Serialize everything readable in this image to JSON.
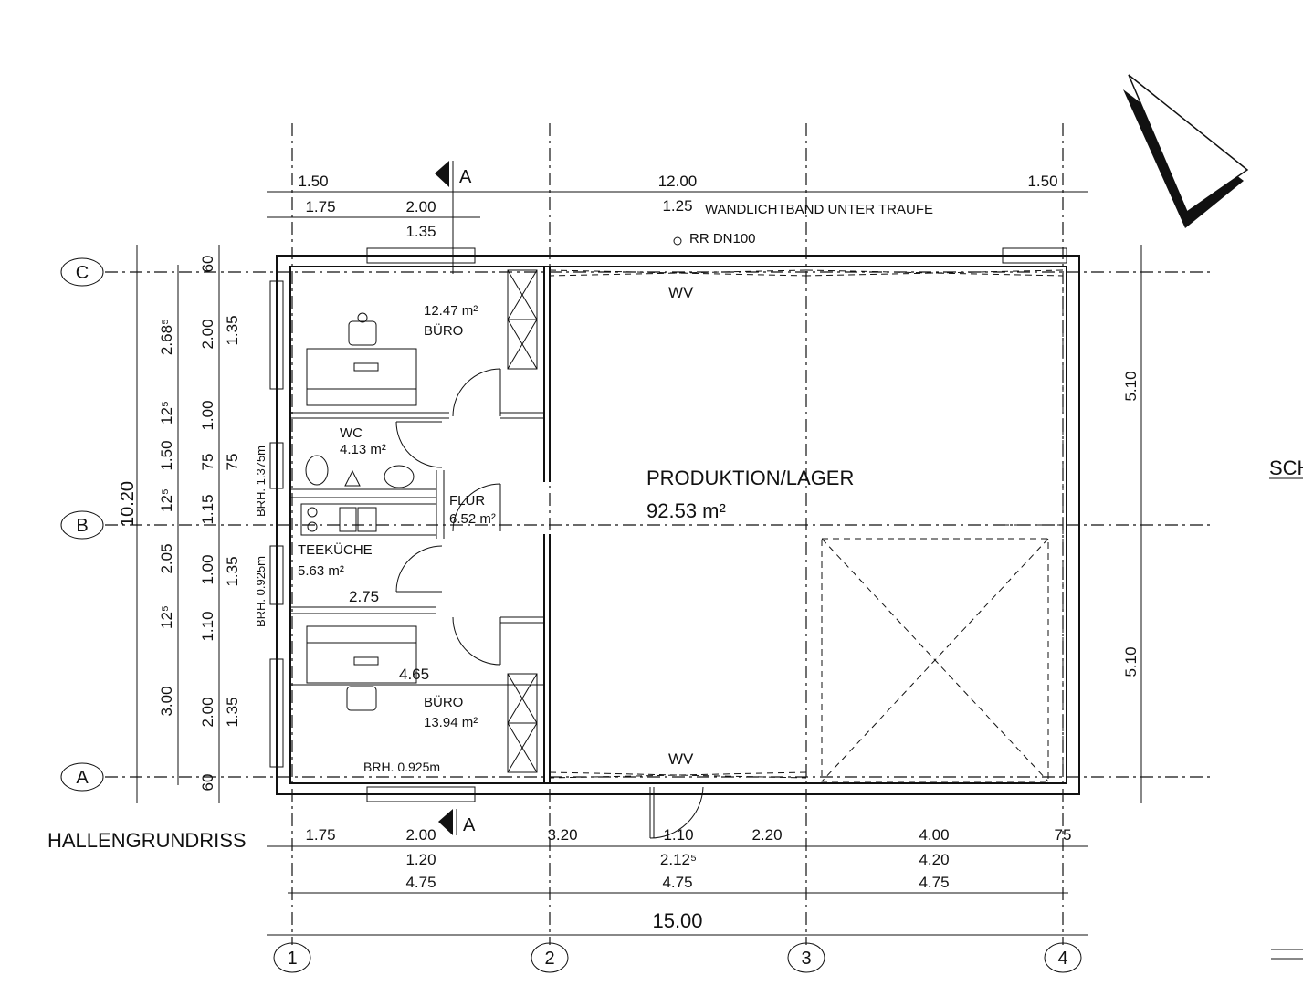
{
  "title": "HALLENGRUNDRISS",
  "edge_text": "SCH",
  "axes": {
    "columns": [
      "1",
      "2",
      "3",
      "4"
    ],
    "rows": [
      "C",
      "B",
      "A"
    ]
  },
  "section_marker": "A",
  "top_dims": {
    "row1": [
      "1.50",
      "12.00",
      "1.50"
    ],
    "row2": [
      "1.75",
      "2.00",
      "1.25"
    ],
    "row3": "1.35",
    "wandlichtband": "WANDLICHTBAND UNTER TRAUFE",
    "rr": "RR DN100"
  },
  "bottom_dims": {
    "row1": [
      "1.75",
      "2.00",
      "3.20",
      "1.10",
      "2.20",
      "4.00",
      "75"
    ],
    "row2": [
      "1.20",
      "2.12⁵",
      "4.20"
    ],
    "row3": [
      "4.75",
      "4.75",
      "4.75"
    ],
    "total": "15.00"
  },
  "left_dims": {
    "total": "10.20",
    "col2": [
      "2.68⁵",
      "12⁵",
      "1.50",
      "12⁵",
      "2.05",
      "12⁵",
      "3.00"
    ],
    "col3": [
      "60",
      "2.00",
      "1.00",
      "75",
      "1.15",
      "1.00",
      "1.10",
      "2.00",
      "60"
    ],
    "col4": [
      "1.35",
      "75",
      "1.35",
      "1.35"
    ],
    "brh": [
      "BRH. 1.375m",
      "BRH. 0.925m"
    ]
  },
  "right_dims": [
    "5.10",
    "5.10"
  ],
  "rooms": {
    "buro_top_area": "12.47 m²",
    "buro_top_name": "BÜRO",
    "wc_name": "WC",
    "wc_area": "4.13 m²",
    "flur_name": "FLUR",
    "flur_area": "6.52 m²",
    "teekueche_name": "TEEKÜCHE",
    "teekueche_area": "5.63 m²",
    "buro_bottom_name": "BÜRO",
    "buro_bottom_area": "13.94 m²",
    "hall_name": "PRODUKTION/LAGER",
    "hall_area": "92.53 m²"
  },
  "wv_labels": [
    "WV",
    "WV"
  ],
  "interior_dims": {
    "d275": "2.75",
    "d465": "4.65",
    "brh_bottom": "BRH. 0.925m"
  }
}
